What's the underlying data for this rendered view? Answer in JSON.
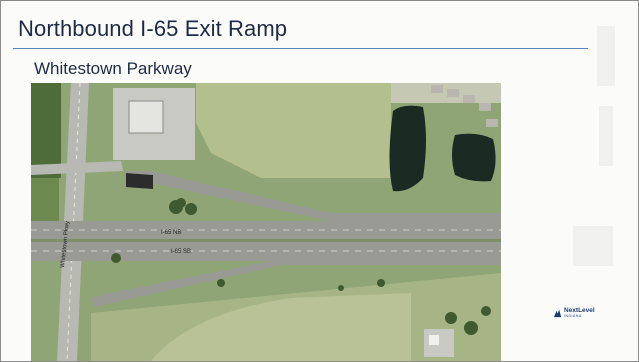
{
  "slide": {
    "title": "Northbound I-65 Exit Ramp",
    "subtitle": "Whitestown Parkway"
  },
  "map": {
    "labels": {
      "nb": "I-65 NB",
      "sb": "I-65 SB",
      "street": "Whitestown Pkwy"
    },
    "colors": {
      "field": "#8fa576",
      "highway": "#9a9a95",
      "lot": "#c9c9c4",
      "pond": "#1b2a22"
    }
  },
  "logo": {
    "main": "NextLevel",
    "sub": "INDIANA",
    "icon": "nextlevel-logo-icon",
    "color": "#1e3c72"
  }
}
